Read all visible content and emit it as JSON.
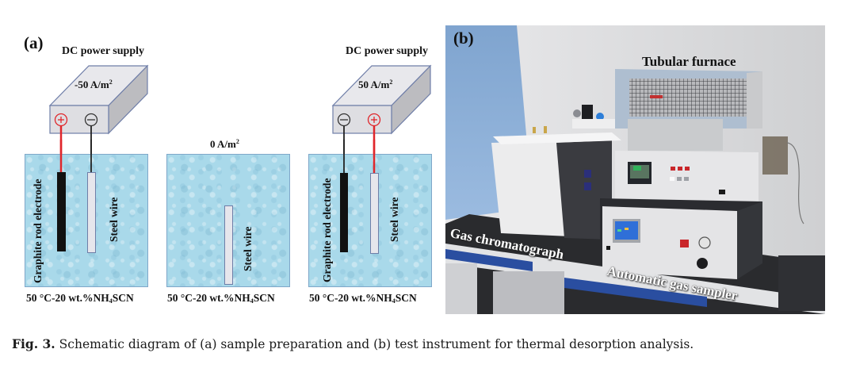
{
  "figure": {
    "panel_a": {
      "label": "(a)",
      "setups": [
        {
          "power_supply_title": "DC power supply",
          "current_density": "-50 A/m",
          "current_unit_exp": "2",
          "terminals": [
            "+",
            "−"
          ],
          "left_electrode": "Graphite rod electrode",
          "right_electrode": "Steel wire",
          "solution": "50 °C-20 wt.%NH",
          "solution_sub": "4",
          "solution_tail": "SCN"
        },
        {
          "current_density": "0 A/m",
          "current_unit_exp": "2",
          "electrode": "Steel wire",
          "solution": "50 °C-20 wt.%NH",
          "solution_sub": "4",
          "solution_tail": "SCN"
        },
        {
          "power_supply_title": "DC power supply",
          "current_density": "50 A/m",
          "current_unit_exp": "2",
          "terminals": [
            "−",
            "+"
          ],
          "left_electrode": "Graphite rod electrode",
          "right_electrode": "Steel wire",
          "solution": "50 °C-20 wt.%NH",
          "solution_sub": "4",
          "solution_tail": "SCN"
        }
      ]
    },
    "panel_b": {
      "label": "(b)",
      "instruments": {
        "furnace": "Tubular furnace",
        "chromatograph": "Gas chromatograph",
        "sampler": "Automatic gas sampler"
      }
    },
    "caption": {
      "fig_label": "Fig. 3.",
      "text": "Schematic diagram of (a) sample preparation and (b) test instrument for thermal desorption analysis."
    }
  },
  "colors": {
    "positive_terminal": "#e0262b",
    "negative_terminal": "#333333",
    "solution": "#a9d9ea",
    "graphite": "#111111",
    "steel": "#e6e6ec"
  }
}
